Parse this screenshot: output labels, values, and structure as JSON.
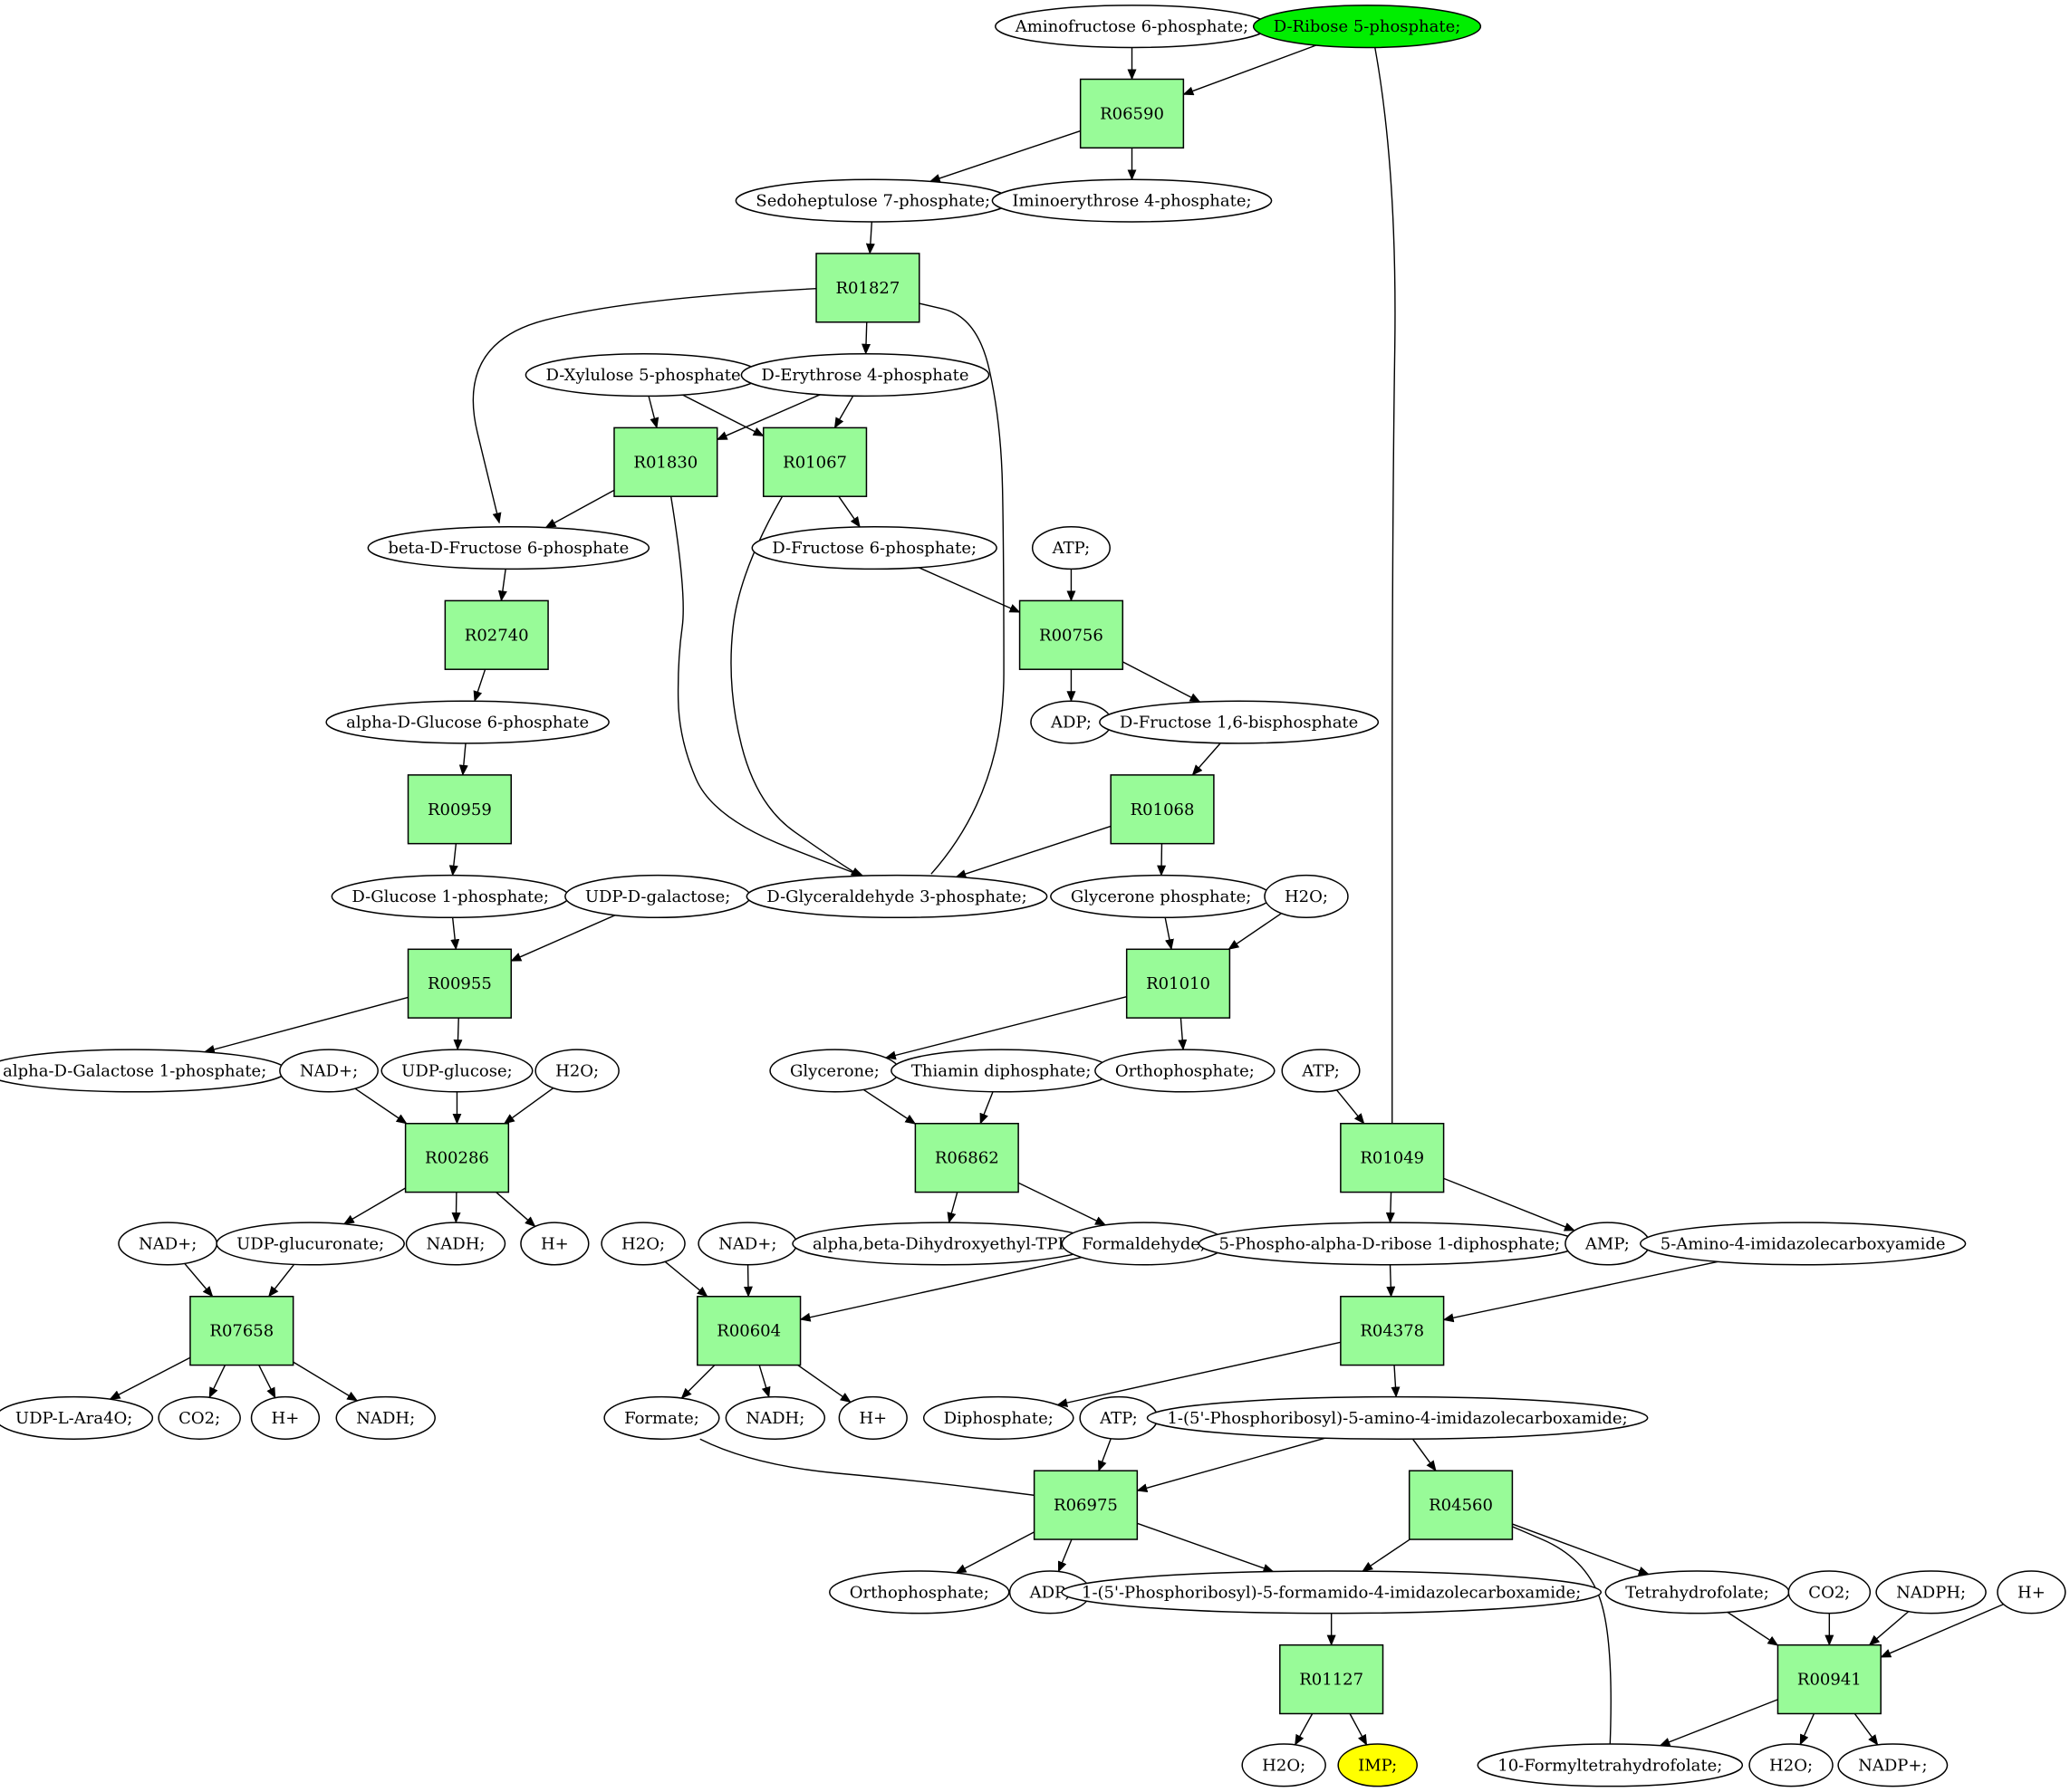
{
  "colors": {
    "reaction_fill": "#98fb98",
    "metabolite_fill": "#ffffff",
    "source_fill": "#00ee00",
    "target_fill": "#ffff00"
  },
  "nodes": [
    {
      "id": "aminofructose6p",
      "label": "Aminofructose 6-phosphate;",
      "kind": "metabolite"
    },
    {
      "id": "dribose5p",
      "label": "D-Ribose 5-phosphate;",
      "kind": "source"
    },
    {
      "id": "R06590",
      "label": "R06590",
      "kind": "reaction"
    },
    {
      "id": "sedoheptulose7p",
      "label": "Sedoheptulose 7-phosphate;",
      "kind": "metabolite"
    },
    {
      "id": "iminoerythrose4p",
      "label": "Iminoerythrose 4-phosphate;",
      "kind": "metabolite"
    },
    {
      "id": "R01827",
      "label": "R01827",
      "kind": "reaction"
    },
    {
      "id": "dxylulose5p",
      "label": "D-Xylulose 5-phosphate",
      "kind": "metabolite"
    },
    {
      "id": "derythrose4p",
      "label": "D-Erythrose 4-phosphate",
      "kind": "metabolite"
    },
    {
      "id": "R01830",
      "label": "R01830",
      "kind": "reaction"
    },
    {
      "id": "R01067",
      "label": "R01067",
      "kind": "reaction"
    },
    {
      "id": "betadfructose6p",
      "label": "beta-D-Fructose 6-phosphate",
      "kind": "metabolite"
    },
    {
      "id": "dfructose6p",
      "label": "D-Fructose 6-phosphate;",
      "kind": "metabolite"
    },
    {
      "id": "atp1",
      "label": "ATP;",
      "kind": "metabolite"
    },
    {
      "id": "R02740",
      "label": "R02740",
      "kind": "reaction"
    },
    {
      "id": "R00756",
      "label": "R00756",
      "kind": "reaction"
    },
    {
      "id": "alphadglucose6p",
      "label": "alpha-D-Glucose 6-phosphate",
      "kind": "metabolite"
    },
    {
      "id": "adp1",
      "label": "ADP;",
      "kind": "metabolite"
    },
    {
      "id": "dfructose16bp",
      "label": "D-Fructose 1,6-bisphosphate",
      "kind": "metabolite"
    },
    {
      "id": "R00959",
      "label": "R00959",
      "kind": "reaction"
    },
    {
      "id": "R01068",
      "label": "R01068",
      "kind": "reaction"
    },
    {
      "id": "dglucose1p",
      "label": "D-Glucose 1-phosphate;",
      "kind": "metabolite"
    },
    {
      "id": "udpdgalactose",
      "label": "UDP-D-galactose;",
      "kind": "metabolite"
    },
    {
      "id": "dglyceraldehyde3p",
      "label": "D-Glyceraldehyde 3-phosphate;",
      "kind": "metabolite"
    },
    {
      "id": "glyceronephosphate",
      "label": "Glycerone phosphate;",
      "kind": "metabolite"
    },
    {
      "id": "h2o1",
      "label": "H2O;",
      "kind": "metabolite"
    },
    {
      "id": "R00955",
      "label": "R00955",
      "kind": "reaction"
    },
    {
      "id": "R01010",
      "label": "R01010",
      "kind": "reaction"
    },
    {
      "id": "alphadgalactose1p",
      "label": "alpha-D-Galactose 1-phosphate;",
      "kind": "metabolite"
    },
    {
      "id": "nadplus1",
      "label": "NAD+;",
      "kind": "metabolite"
    },
    {
      "id": "udpglucose",
      "label": "UDP-glucose;",
      "kind": "metabolite"
    },
    {
      "id": "h2o2",
      "label": "H2O;",
      "kind": "metabolite"
    },
    {
      "id": "glycerone",
      "label": "Glycerone;",
      "kind": "metabolite"
    },
    {
      "id": "thiamindp",
      "label": "Thiamin diphosphate;",
      "kind": "metabolite"
    },
    {
      "id": "orthophosphate1",
      "label": "Orthophosphate;",
      "kind": "metabolite"
    },
    {
      "id": "atp2",
      "label": "ATP;",
      "kind": "metabolite"
    },
    {
      "id": "R00286",
      "label": "R00286",
      "kind": "reaction"
    },
    {
      "id": "R06862",
      "label": "R06862",
      "kind": "reaction"
    },
    {
      "id": "R01049",
      "label": "R01049",
      "kind": "reaction"
    },
    {
      "id": "nadplus2",
      "label": "NAD+;",
      "kind": "metabolite"
    },
    {
      "id": "udpglucuronate",
      "label": "UDP-glucuronate;",
      "kind": "metabolite"
    },
    {
      "id": "nadh1",
      "label": "NADH;",
      "kind": "metabolite"
    },
    {
      "id": "hplus1",
      "label": "H+",
      "kind": "metabolite"
    },
    {
      "id": "h2o3",
      "label": "H2O;",
      "kind": "metabolite"
    },
    {
      "id": "nadplus3",
      "label": "NAD+;",
      "kind": "metabolite"
    },
    {
      "id": "abdhetpp",
      "label": "alpha,beta-Dihydroxyethyl-TPP;",
      "kind": "metabolite"
    },
    {
      "id": "formaldehyde",
      "label": "Formaldehyde;",
      "kind": "metabolite"
    },
    {
      "id": "prpp",
      "label": "5-Phospho-alpha-D-ribose 1-diphosphate;",
      "kind": "metabolite"
    },
    {
      "id": "amp",
      "label": "AMP;",
      "kind": "metabolite"
    },
    {
      "id": "aica",
      "label": "5-Amino-4-imidazolecarboxyamide",
      "kind": "metabolite"
    },
    {
      "id": "R07658",
      "label": "R07658",
      "kind": "reaction"
    },
    {
      "id": "R00604",
      "label": "R00604",
      "kind": "reaction"
    },
    {
      "id": "R04378",
      "label": "R04378",
      "kind": "reaction"
    },
    {
      "id": "udplara4o",
      "label": "UDP-L-Ara4O;",
      "kind": "metabolite"
    },
    {
      "id": "co2a",
      "label": "CO2;",
      "kind": "metabolite"
    },
    {
      "id": "hplus2",
      "label": "H+",
      "kind": "metabolite"
    },
    {
      "id": "nadh2",
      "label": "NADH;",
      "kind": "metabolite"
    },
    {
      "id": "formate",
      "label": "Formate;",
      "kind": "metabolite"
    },
    {
      "id": "nadh3",
      "label": "NADH;",
      "kind": "metabolite"
    },
    {
      "id": "hplus3",
      "label": "H+",
      "kind": "metabolite"
    },
    {
      "id": "diphosphate",
      "label": "Diphosphate;",
      "kind": "metabolite"
    },
    {
      "id": "atp3",
      "label": "ATP;",
      "kind": "metabolite"
    },
    {
      "id": "aicar",
      "label": "1-(5'-Phosphoribosyl)-5-amino-4-imidazolecarboxamide;",
      "kind": "metabolite"
    },
    {
      "id": "R06975",
      "label": "R06975",
      "kind": "reaction"
    },
    {
      "id": "R04560",
      "label": "R04560",
      "kind": "reaction"
    },
    {
      "id": "orthophosphate2",
      "label": "Orthophosphate;",
      "kind": "metabolite"
    },
    {
      "id": "adp2",
      "label": "ADP;",
      "kind": "metabolite"
    },
    {
      "id": "faicar",
      "label": "1-(5'-Phosphoribosyl)-5-formamido-4-imidazolecarboxamide;",
      "kind": "metabolite"
    },
    {
      "id": "thf",
      "label": "Tetrahydrofolate;",
      "kind": "metabolite"
    },
    {
      "id": "co2b",
      "label": "CO2;",
      "kind": "metabolite"
    },
    {
      "id": "nadph",
      "label": "NADPH;",
      "kind": "metabolite"
    },
    {
      "id": "hplus4",
      "label": "H+",
      "kind": "metabolite"
    },
    {
      "id": "R01127",
      "label": "R01127",
      "kind": "reaction"
    },
    {
      "id": "R00941",
      "label": "R00941",
      "kind": "reaction"
    },
    {
      "id": "h2o4",
      "label": "H2O;",
      "kind": "metabolite"
    },
    {
      "id": "imp",
      "label": "IMP;",
      "kind": "target"
    },
    {
      "id": "formylthf",
      "label": "10-Formyltetrahydrofolate;",
      "kind": "metabolite"
    },
    {
      "id": "h2o5",
      "label": "H2O;",
      "kind": "metabolite"
    },
    {
      "id": "nadpplus",
      "label": "NADP+;",
      "kind": "metabolite"
    }
  ],
  "edges": [
    [
      "aminofructose6p",
      "R06590"
    ],
    [
      "dribose5p",
      "R06590"
    ],
    [
      "dribose5p",
      "R01049"
    ],
    [
      "R06590",
      "sedoheptulose7p"
    ],
    [
      "R06590",
      "iminoerythrose4p"
    ],
    [
      "sedoheptulose7p",
      "R01827"
    ],
    [
      "R01827",
      "derythrose4p"
    ],
    [
      "R01827",
      "betadfructose6p"
    ],
    [
      "dglyceraldehyde3p",
      "R01827"
    ],
    [
      "dxylulose5p",
      "R01830"
    ],
    [
      "dxylulose5p",
      "R01067"
    ],
    [
      "derythrose4p",
      "R01830"
    ],
    [
      "derythrose4p",
      "R01067"
    ],
    [
      "R01830",
      "betadfructose6p"
    ],
    [
      "R01830",
      "dglyceraldehyde3p"
    ],
    [
      "R01067",
      "dfructose6p"
    ],
    [
      "R01067",
      "dglyceraldehyde3p"
    ],
    [
      "betadfructose6p",
      "R02740"
    ],
    [
      "R02740",
      "alphadglucose6p"
    ],
    [
      "alphadglucose6p",
      "R00959"
    ],
    [
      "R00959",
      "dglucose1p"
    ],
    [
      "dglucose1p",
      "R00955"
    ],
    [
      "udpdgalactose",
      "R00955"
    ],
    [
      "R00955",
      "alphadgalactose1p"
    ],
    [
      "R00955",
      "udpglucose"
    ],
    [
      "dfructose6p",
      "R00756"
    ],
    [
      "atp1",
      "R00756"
    ],
    [
      "R00756",
      "adp1"
    ],
    [
      "R00756",
      "dfructose16bp"
    ],
    [
      "dfructose16bp",
      "R01068"
    ],
    [
      "R01068",
      "dglyceraldehyde3p"
    ],
    [
      "R01068",
      "glyceronephosphate"
    ],
    [
      "glyceronephosphate",
      "R01010"
    ],
    [
      "h2o1",
      "R01010"
    ],
    [
      "R01010",
      "glycerone"
    ],
    [
      "R01010",
      "orthophosphate1"
    ],
    [
      "nadplus1",
      "R00286"
    ],
    [
      "udpglucose",
      "R00286"
    ],
    [
      "h2o2",
      "R00286"
    ],
    [
      "R00286",
      "udpglucuronate"
    ],
    [
      "R00286",
      "nadh1"
    ],
    [
      "R00286",
      "hplus1"
    ],
    [
      "glycerone",
      "R06862"
    ],
    [
      "thiamindp",
      "R06862"
    ],
    [
      "R06862",
      "abdhetpp"
    ],
    [
      "R06862",
      "formaldehyde"
    ],
    [
      "atp2",
      "R01049"
    ],
    [
      "R01049",
      "prpp"
    ],
    [
      "R01049",
      "amp"
    ],
    [
      "nadplus2",
      "R07658"
    ],
    [
      "udpglucuronate",
      "R07658"
    ],
    [
      "R07658",
      "udplara4o"
    ],
    [
      "R07658",
      "co2a"
    ],
    [
      "R07658",
      "hplus2"
    ],
    [
      "R07658",
      "nadh2"
    ],
    [
      "h2o3",
      "R00604"
    ],
    [
      "nadplus3",
      "R00604"
    ],
    [
      "formaldehyde",
      "R00604"
    ],
    [
      "R00604",
      "formate"
    ],
    [
      "R00604",
      "nadh3"
    ],
    [
      "R00604",
      "hplus3"
    ],
    [
      "prpp",
      "R04378"
    ],
    [
      "aica",
      "R04378"
    ],
    [
      "R04378",
      "diphosphate"
    ],
    [
      "R04378",
      "aicar"
    ],
    [
      "formate",
      "R06975"
    ],
    [
      "atp3",
      "R06975"
    ],
    [
      "aicar",
      "R06975"
    ],
    [
      "aicar",
      "R04560"
    ],
    [
      "R06975",
      "orthophosphate2"
    ],
    [
      "R06975",
      "adp2"
    ],
    [
      "R06975",
      "faicar"
    ],
    [
      "R04560",
      "faicar"
    ],
    [
      "R04560",
      "thf"
    ],
    [
      "formylthf",
      "R04560"
    ],
    [
      "faicar",
      "R01127"
    ],
    [
      "R01127",
      "h2o4"
    ],
    [
      "R01127",
      "imp"
    ],
    [
      "thf",
      "R00941"
    ],
    [
      "co2b",
      "R00941"
    ],
    [
      "nadph",
      "R00941"
    ],
    [
      "hplus4",
      "R00941"
    ],
    [
      "R00941",
      "formylthf"
    ],
    [
      "R00941",
      "h2o5"
    ],
    [
      "R00941",
      "nadpplus"
    ]
  ]
}
